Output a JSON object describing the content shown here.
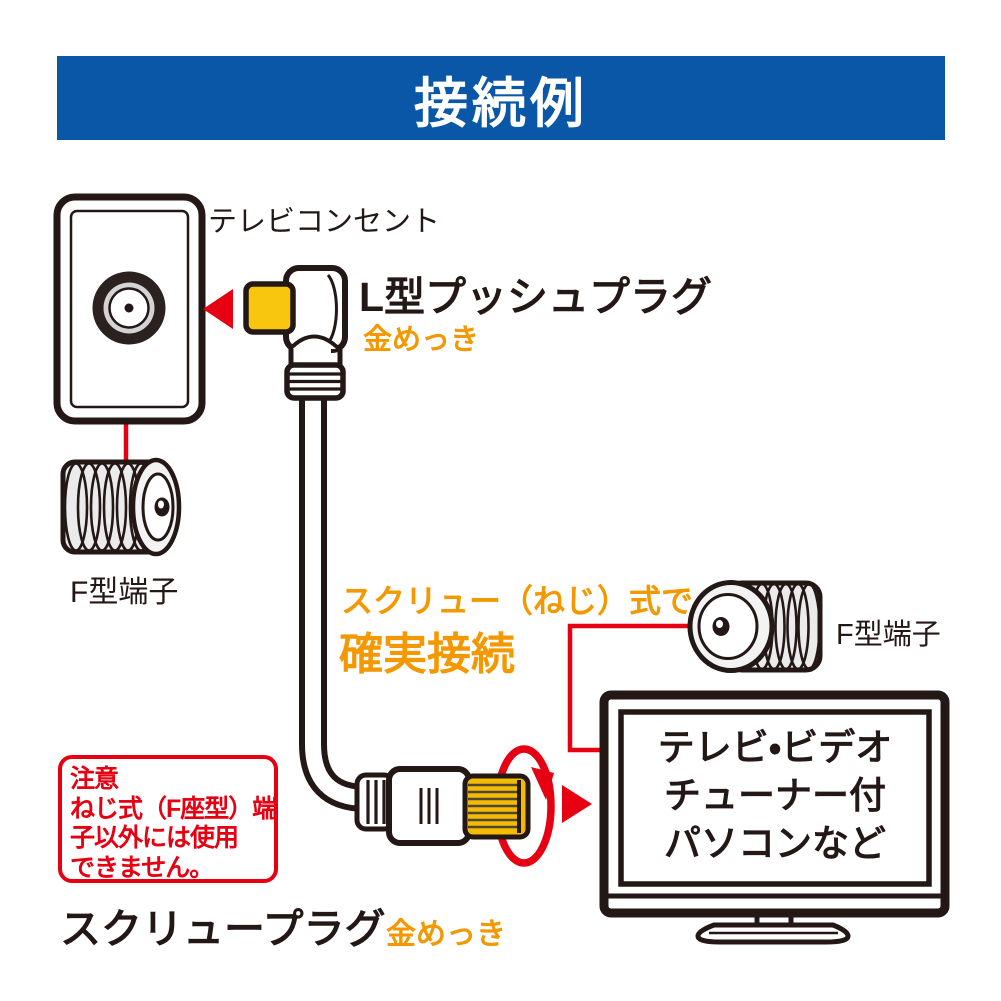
{
  "banner": {
    "title": "接続例",
    "bg_color": "#0a57a7"
  },
  "outlet": {
    "label": "テレビコンセント"
  },
  "l_plug": {
    "title": "L型プッシュプラグ",
    "plating": "金めっき"
  },
  "f_terminal_left": {
    "label": "F型端子"
  },
  "secure_connect": {
    "line1": "スクリュー（ねじ）式で",
    "line2": "確実接続"
  },
  "f_terminal_right": {
    "label": "F型端子"
  },
  "tv": {
    "lines": [
      "テレビ・ビデオ",
      "チューナー付",
      "パソコンなど"
    ]
  },
  "warning": {
    "lines": [
      "注意",
      "ねじ式（F座型）端",
      "子以外には使用",
      "できません。"
    ]
  },
  "screw_plug": {
    "title": "スクリュープラグ",
    "plating": "金めっき"
  },
  "colors": {
    "accent_red": "#e60012",
    "accent_orange": "#f39800",
    "banner_blue": "#0a57a7",
    "outline_black": "#231815",
    "gold_tip": "#f8c60e",
    "gold_knurl": "#f5bb00"
  }
}
